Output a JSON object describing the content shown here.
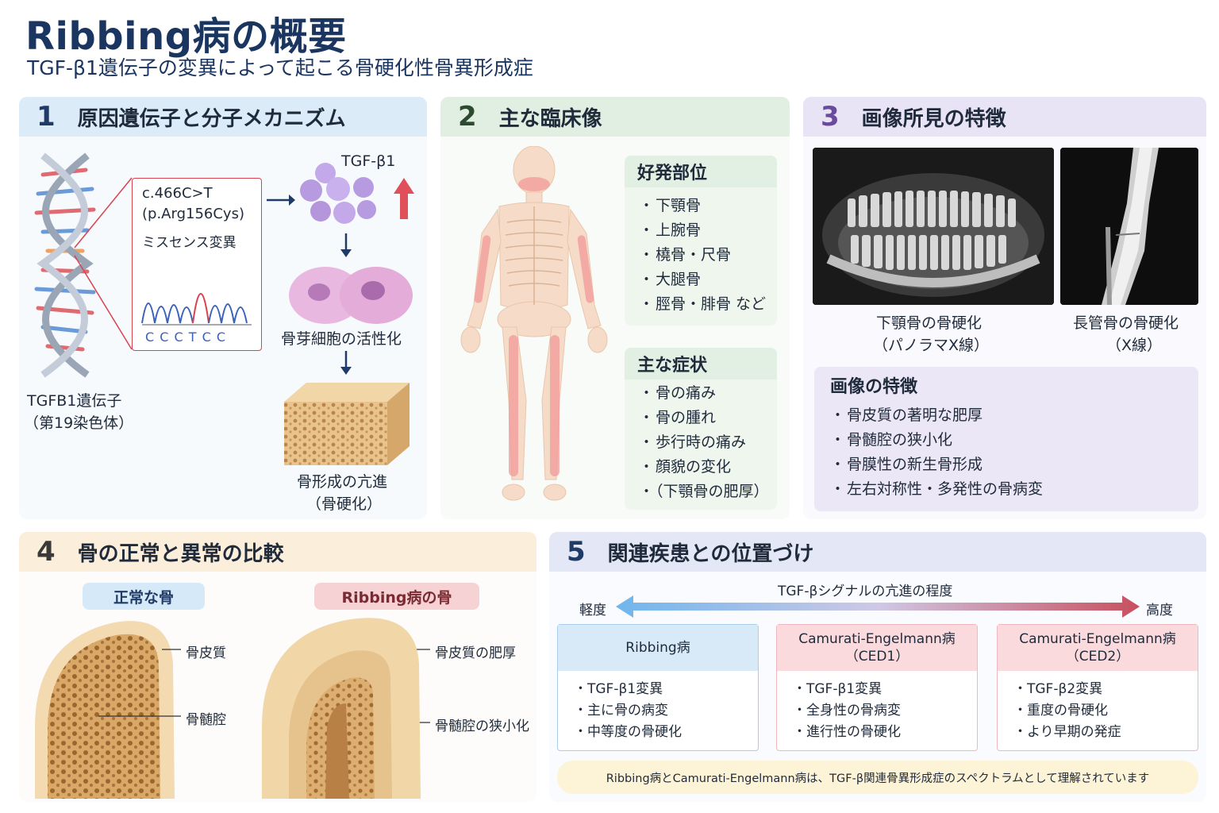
{
  "header": {
    "title": "Ribbing病の概要",
    "subtitle": "TGF-β1遺伝子の変異によって起こる骨硬化性骨異形成症"
  },
  "panel1": {
    "num": "1",
    "title": "原因遺伝子と分子メカニズム",
    "mutation_line1": "c.466C>T",
    "mutation_line2": "(p.Arg156Cys)",
    "mutation_line3": "ミスセンス変異",
    "sequence": "C C C T C C",
    "protein_label": "TGF-β1",
    "gene_line1": "TGFB1遺伝子",
    "gene_line2": "（第19染色体）",
    "osteoblast_label": "骨芽細胞の活性化",
    "bone_line1": "骨形成の亢進",
    "bone_line2": "（骨硬化）"
  },
  "panel2": {
    "num": "2",
    "title": "主な臨床像",
    "sites_title": "好発部位",
    "sites": [
      "下顎骨",
      "上腕骨",
      "橈骨・尺骨",
      "大腿骨",
      "脛骨・腓骨 など"
    ],
    "symptoms_title": "主な症状",
    "symptoms": [
      "骨の痛み",
      "骨の腫れ",
      "歩行時の痛み",
      "顔貌の変化",
      "（下顎骨の肥厚）"
    ]
  },
  "panel3": {
    "num": "3",
    "title": "画像所見の特徴",
    "xray1_line1": "下顎骨の骨硬化",
    "xray1_line2": "（パノラマX線）",
    "xray2_line1": "長管骨の骨硬化",
    "xray2_line2": "（X線）",
    "features_title": "画像の特徴",
    "features": [
      "骨皮質の著明な肥厚",
      "骨髄腔の狭小化",
      "骨膜性の新生骨形成",
      "左右対称性・多発性の骨病変"
    ]
  },
  "panel4": {
    "num": "4",
    "title": "骨の正常と異常の比較",
    "normal_label": "正常な骨",
    "abnormal_label": "Ribbing病の骨",
    "normal_cortex": "骨皮質",
    "normal_marrow": "骨髄腔",
    "abnormal_cortex": "骨皮質の肥厚",
    "abnormal_marrow": "骨髄腔の狭小化"
  },
  "panel5": {
    "num": "5",
    "title": "関連疾患との位置づけ",
    "axis_title": "TGF-βシグナルの亢進の程度",
    "axis_low": "軽度",
    "axis_high": "高度",
    "diseases": [
      {
        "name_line1": "Ribbing病",
        "name_line2": "",
        "items": [
          "TGF-β1変異",
          "主に骨の病変",
          "中等度の骨硬化"
        ]
      },
      {
        "name_line1": "Camurati-Engelmann病",
        "name_line2": "（CED1）",
        "items": [
          "TGF-β1変異",
          "全身性の骨病変",
          "進行性の骨硬化"
        ]
      },
      {
        "name_line1": "Camurati-Engelmann病",
        "name_line2": "（CED2）",
        "items": [
          "TGF-β2変異",
          "重度の骨硬化",
          "より早期の発症"
        ]
      }
    ],
    "note": "Ribbing病とCamurati-Engelmann病は、TGF-β関連骨異形成症のスペクトラムとして理解されています"
  },
  "colors": {
    "title": "#1b3561",
    "mutation_red": "#d9424e",
    "protein_purple": "#b79be0",
    "bone_tan": "#e8c48c",
    "bone_highlight": "#f29a9a"
  }
}
